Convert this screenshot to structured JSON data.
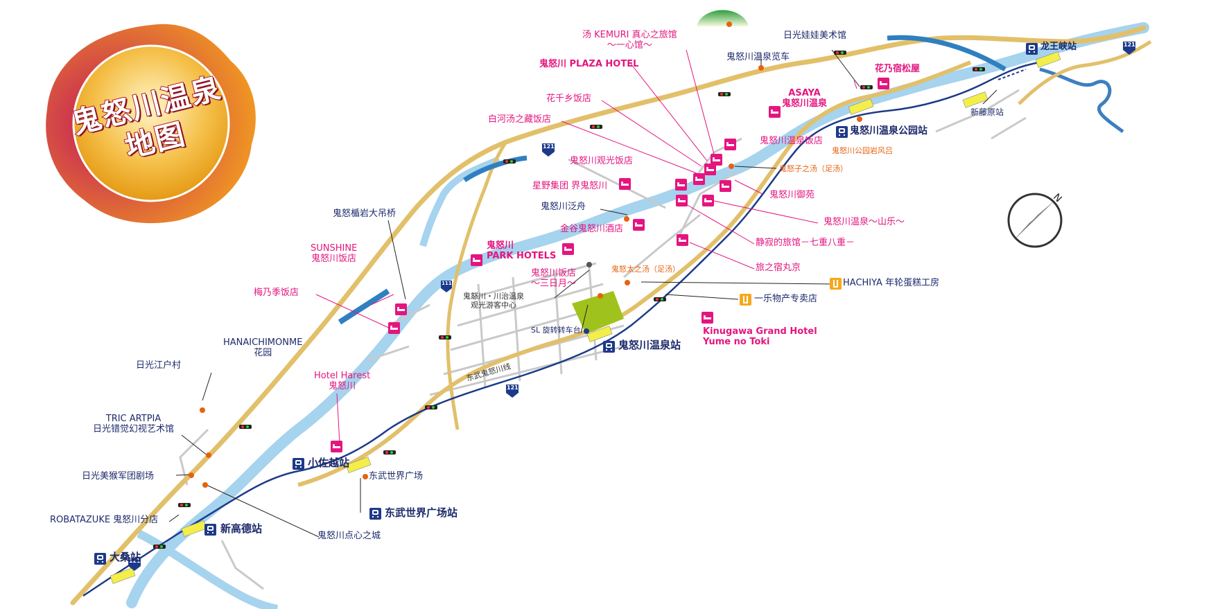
{
  "title": {
    "line1": "鬼怒川温泉",
    "line2": "地图"
  },
  "route_shield": "121",
  "route_shield_small": "111",
  "compass_letter": "N",
  "stations": {
    "kinugawa_onsen": "鬼怒川温泉站",
    "kinugawa_koen": "鬼怒川温泉公园站",
    "ryuokyo": "龙王峡站",
    "shin_fujiwara": "新藤原站",
    "kosagoe": "小佐越站",
    "tobu_world_square": "东武世界广场站",
    "shin_takatoku": "新高德站",
    "ohkuwa": "大桑站"
  },
  "hotels": {
    "kemuri": "汤 KEMURI 真心之旅馆",
    "kemuri_sub": "～一心馆～",
    "plaza": "鬼怒川 PLAZA HOTEL",
    "hanasengo": "花千乡饭店",
    "shirakawa": "白河汤之藏饭店",
    "kankou": "鬼怒川观光饭店",
    "hoshino": "星野集团 界鬼怒川",
    "kanaya": "金谷鬼怒川酒店",
    "park_line1": "鬼怒川",
    "park_line2": "PARK HOTELS",
    "mikazuki_line1": "鬼怒川饭店",
    "mikazuki_line2": "～三日月～",
    "sunshine_line1": "SUNSHINE",
    "sunshine_line2": "鬼怒川饭店",
    "umenokisetsu": "梅乃季饭店",
    "harest_line1": "Hotel Harest",
    "harest_line2": "鬼怒川",
    "asaya_line1": "ASAYA",
    "asaya_line2": "鬼怒川温泉",
    "hananoyado": "花乃宿松屋",
    "kinugawa_onsen_hotel": "鬼怒川温泉饭店",
    "gyoen": "鬼怒川御苑",
    "sanraku": "鬼怒川温泉～山乐～",
    "nanae": "静寂的旅馆－七重八重－",
    "marukyo": "旅之宿丸京",
    "yumenotoki_line1": "Kinugawa Grand Hotel",
    "yumenotoki_line2": "Yume no Toki"
  },
  "pois": {
    "ropeway": "鬼怒川温泉览车",
    "doll_museum": "日光娃娃美术馆",
    "park_bath": "鬼怒川公园岩风吕",
    "oniko_yu": "鬼怒子之汤（足汤）",
    "rafting": "鬼怒川泛舟",
    "bridge": "鬼怒楯岩大吊桥",
    "hanaichimonme_line1": "HANAICHIMONME",
    "hanaichimonme_line2": "花园",
    "edomura": "日光江户村",
    "tric_line1": "TRIC ARTPIA",
    "tric_line2": "日光错觉幻视艺术馆",
    "monkey": "日光美猴军团剧场",
    "robatazuke": "ROBATAZUKE 鬼怒川分店",
    "onita_yu": "鬼怒太之汤（足汤）",
    "visitor_center_line1": "鬼怒川・川治温泉",
    "visitor_center_line2": "观光游客中心",
    "sl_turntable": "SL 旋转转车台",
    "hachiya": "HACHIYA 年轮蛋糕工房",
    "ichiraku": "一乐物产专卖店",
    "tobu_world_square": "东武世界广场",
    "okashi_castle": "鬼怒川点心之城",
    "tobu_line": "东武鬼怒川线"
  },
  "colors": {
    "hotel": "#e4157f",
    "station": "#1d2a6b",
    "onsen_footbath": "#e8620e",
    "river": "#a6d3ee",
    "road": "#e2c06a",
    "railway": "#1d3a8a",
    "park": "#9fc31c",
    "title_gradient_start": "#c2185b",
    "title_gradient_end": "#f6a81b"
  }
}
